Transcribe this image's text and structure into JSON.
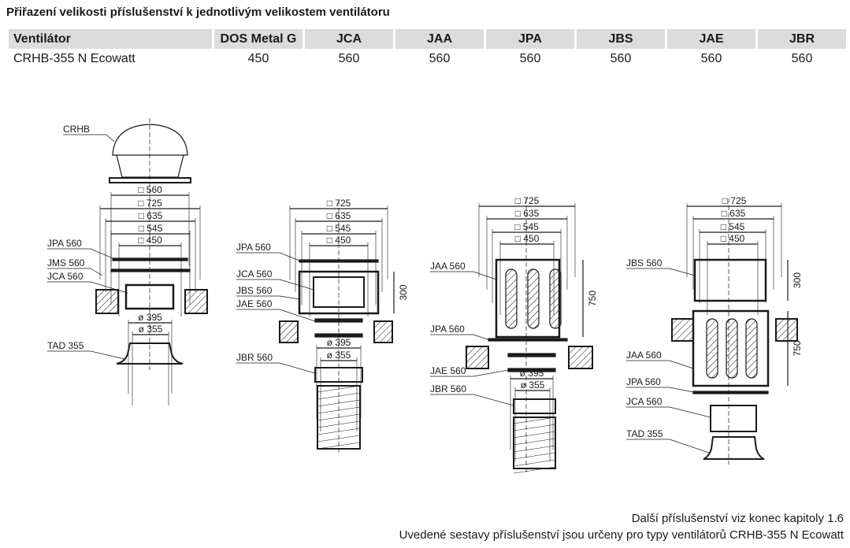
{
  "title": "Přiřazení velikosti příslušenství k jednotlivým velikostem ventilátoru",
  "table": {
    "headers": [
      "Ventilátor",
      "DOS Metal G",
      "JCA",
      "JAA",
      "JPA",
      "JBS",
      "JAE",
      "JBR"
    ],
    "rows": [
      [
        "CRHB-355 N Ecowatt",
        "450",
        "560",
        "560",
        "560",
        "560",
        "560",
        "560"
      ]
    ]
  },
  "diagrams": [
    {
      "labels": [
        "CRHB",
        "JPA 560",
        "JMS 560",
        "JCA 560",
        "TAD 355"
      ],
      "dims": [
        "□ 560",
        "□ 725",
        "□ 635",
        "□ 545",
        "□ 450",
        "ø 395",
        "ø 355"
      ]
    },
    {
      "labels": [
        "JPA 560",
        "JCA 560",
        "JBS 560",
        "JAE 560",
        "JBR 560"
      ],
      "dims": [
        "□ 725",
        "□ 635",
        "□ 545",
        "□ 450",
        "300",
        "ø 395",
        "ø 355"
      ]
    },
    {
      "labels": [
        "JAA 560",
        "JPA 560",
        "JAE 560",
        "JBR 560"
      ],
      "dims": [
        "□ 725",
        "□ 635",
        "□ 545",
        "□ 450",
        "750",
        "ø 395",
        "ø 355"
      ]
    },
    {
      "labels": [
        "JBS 560",
        "JAA 560",
        "JPA 560",
        "JCA 560",
        "TAD 355"
      ],
      "dims": [
        "□ 725",
        "□ 635",
        "□ 545",
        "□ 450",
        "300",
        "750"
      ]
    }
  ],
  "footer": {
    "line1": "Další příslušenství viz konec kapitoly 1.6",
    "line2": "Uvedené sestavy příslušenství jsou určeny pro typy ventilátorů CRHB-355 N Ecowatt"
  }
}
